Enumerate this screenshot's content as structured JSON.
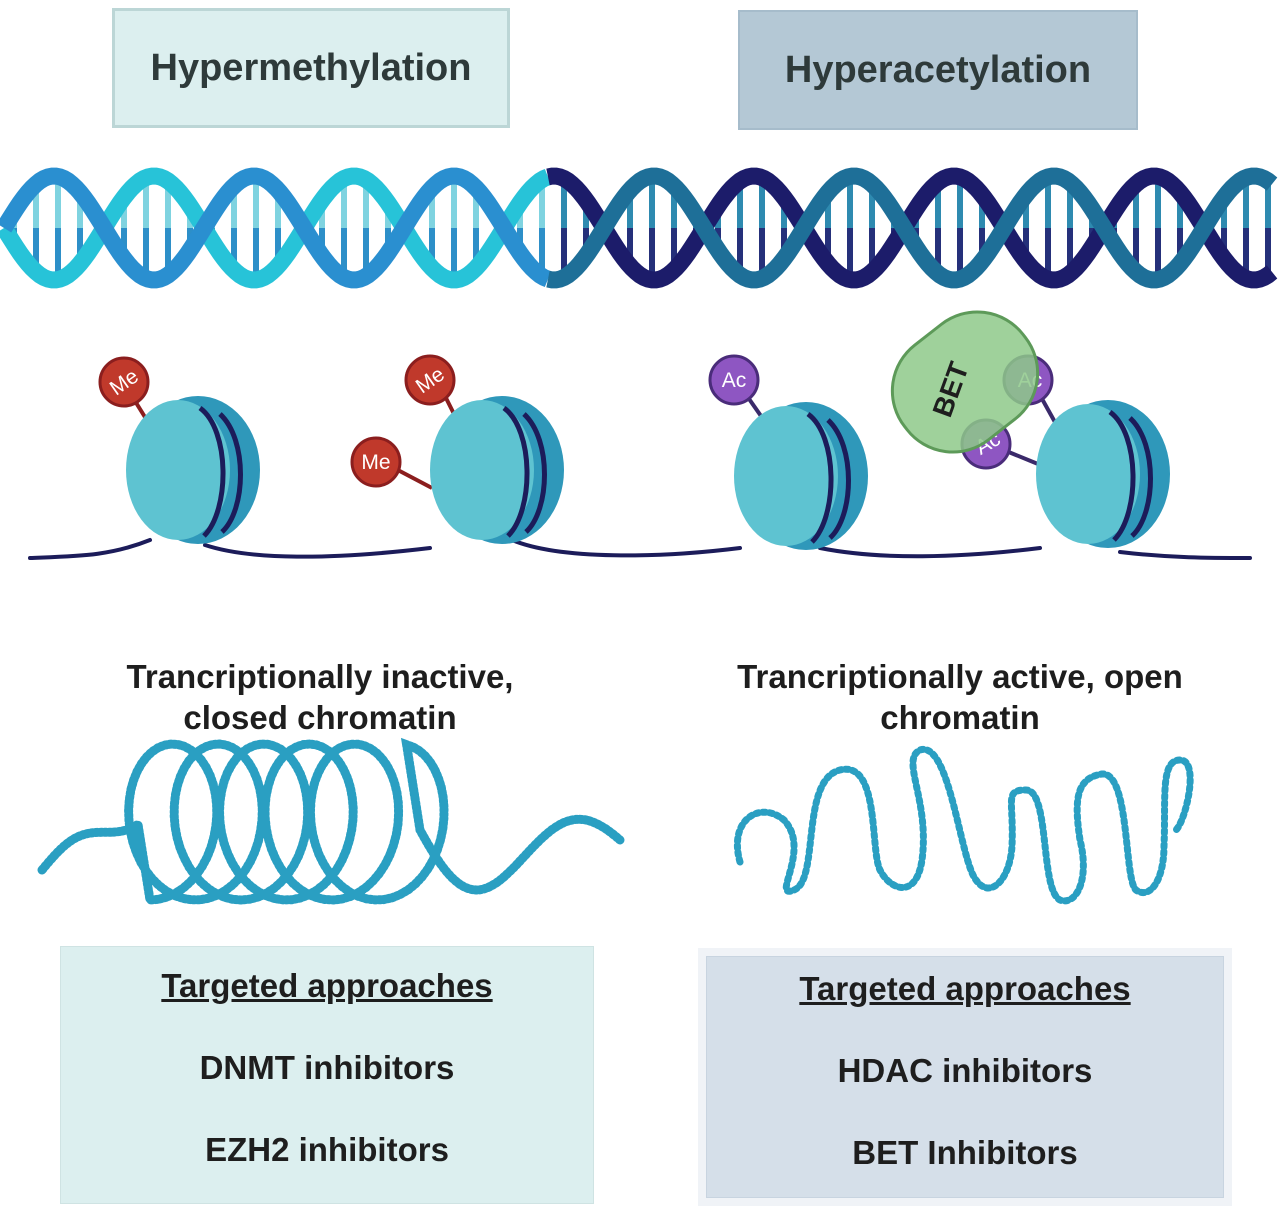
{
  "headers": {
    "left": "Hypermethylation",
    "right": "Hyperacetylation"
  },
  "marks": {
    "methyl": "Me",
    "acetyl": "Ac",
    "reader": "BET"
  },
  "states": {
    "left_line1": "Trancriptionally inactive,",
    "left_line2": "closed chromatin",
    "right_line1": "Trancriptionally active, open",
    "right_line2": "chromatin"
  },
  "approaches": {
    "left": {
      "title": "Targeted approaches",
      "items": [
        "DNMT inhibitors",
        "EZH2 inhibitors"
      ]
    },
    "right": {
      "title": "Targeted approaches",
      "items": [
        "HDAC inhibitors",
        "BET Inhibitors"
      ]
    }
  },
  "colors": {
    "methyl_mark": "#c0392b",
    "acetyl_mark": "#8e56c2",
    "bet_protein": "#8ec98a",
    "nucleosome": "#4bb4c8",
    "dna_backbone": "#1c1c5a"
  }
}
